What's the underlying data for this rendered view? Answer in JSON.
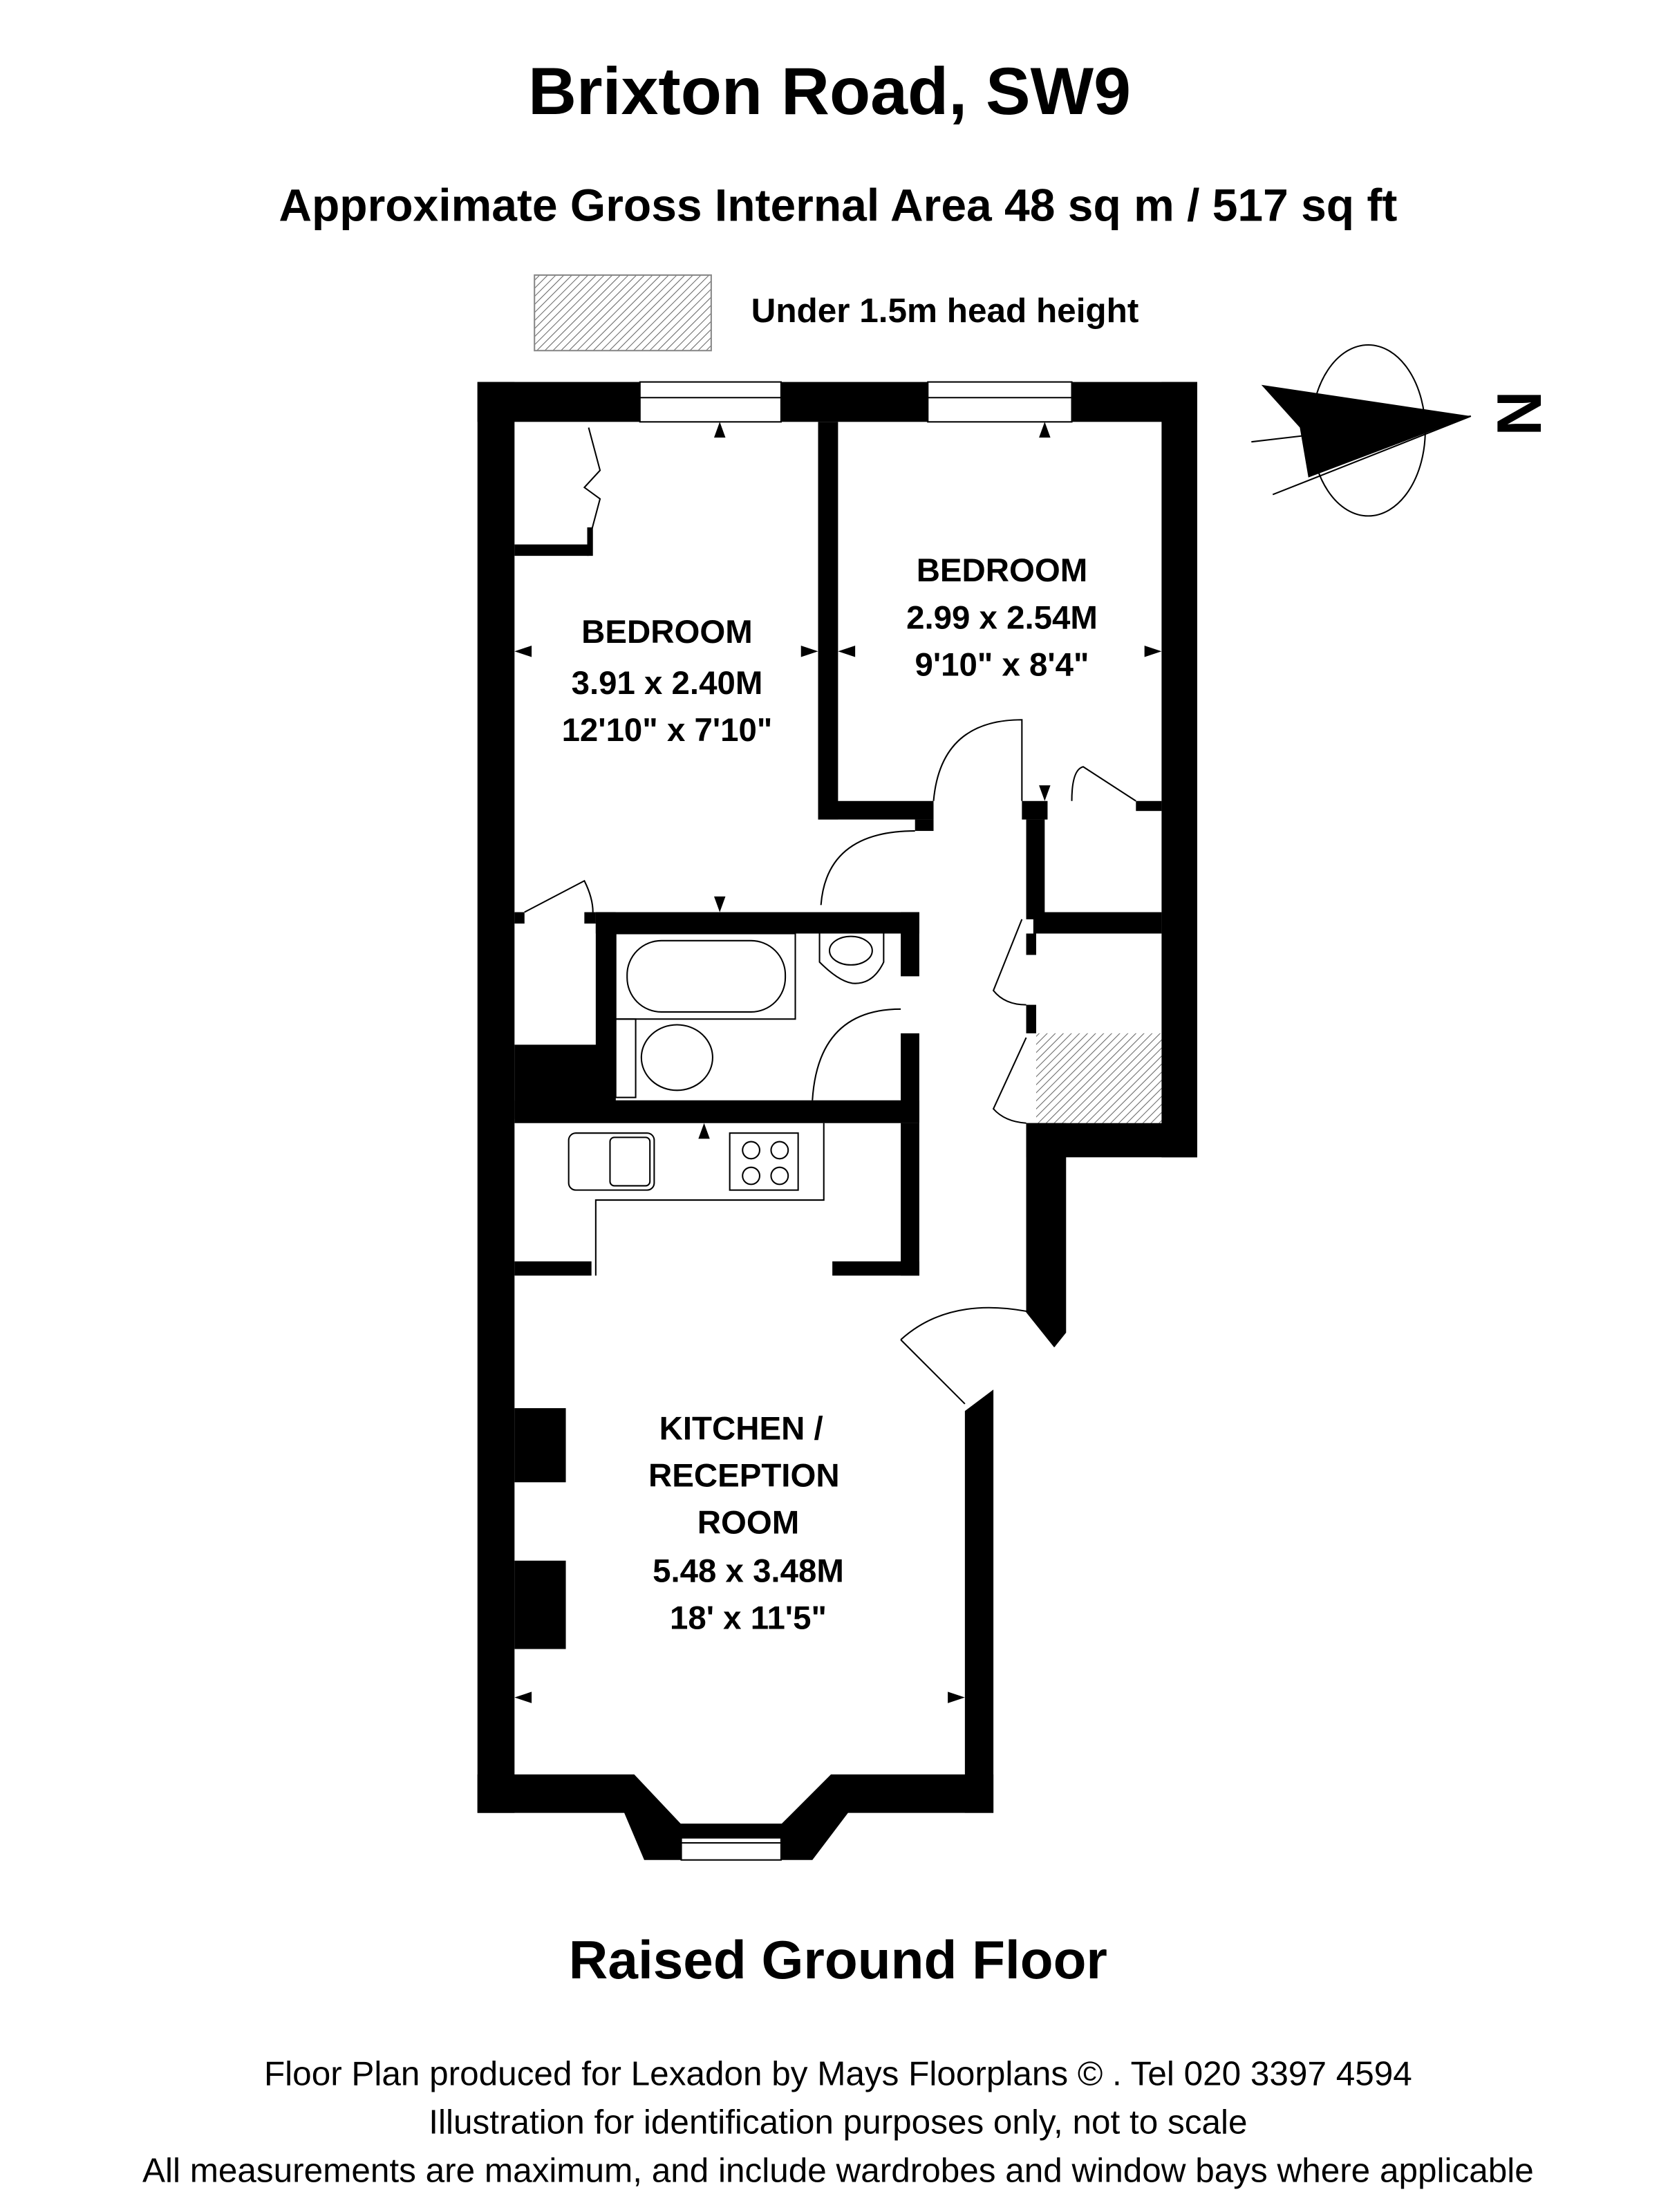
{
  "header": {
    "title": "Brixton Road, SW9",
    "area_line": "Approximate Gross Internal Area  48 sq m  /  517 sq ft"
  },
  "legend": {
    "hatch_label": "Under 1.5m head height"
  },
  "compass": {
    "north_label": "N"
  },
  "rooms": [
    {
      "name": "BEDROOM",
      "metric": "3.91 x 2.40M",
      "imperial": "12'10\" x 7'10\""
    },
    {
      "name": "BEDROOM",
      "metric": "2.99 x 2.54M",
      "imperial": "9'10\" x 8'4\""
    },
    {
      "name_line1": "KITCHEN /",
      "name_line2": "RECEPTION",
      "name_line3": "ROOM",
      "metric": "5.48 x 3.48M",
      "imperial": "18' x 11'5\""
    }
  ],
  "floor_label": "Raised Ground Floor",
  "footer": {
    "line1": "Floor Plan produced for Lexadon by Mays Floorplans  © . Tel 020 3397 4594",
    "line2": "Illustration for identification purposes only, not to scale",
    "line3": "All measurements are maximum, and include wardrobes and window bays where applicable"
  }
}
